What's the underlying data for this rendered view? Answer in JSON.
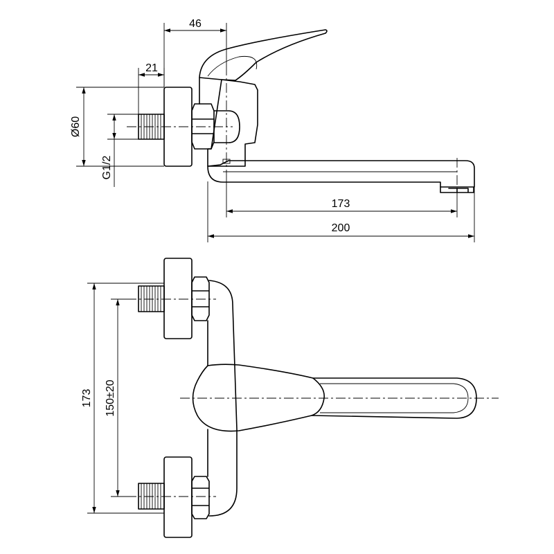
{
  "dimensions": {
    "nut_depth": "46",
    "thread_length": "21",
    "flange_diameter": "Ø60",
    "thread_size": "G1/2",
    "spout_reach": "173",
    "overall_length": "200",
    "total_height": "173",
    "inlet_spacing": "150±20"
  }
}
